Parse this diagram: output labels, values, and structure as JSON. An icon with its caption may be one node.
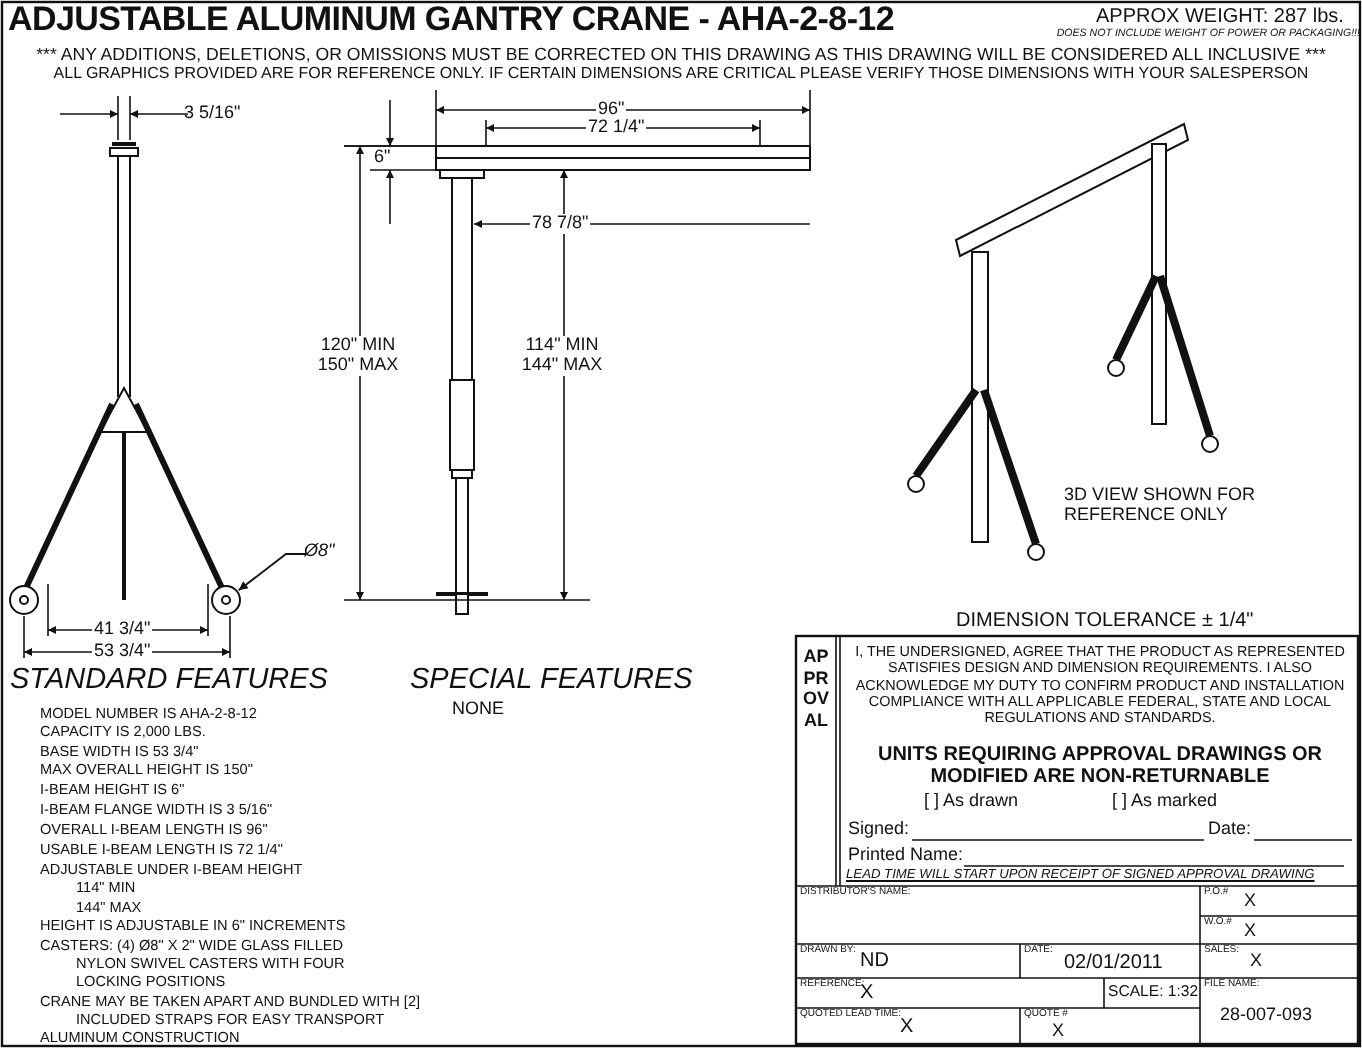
{
  "diagram": {
    "title": "ADJUSTABLE ALUMINUM GANTRY CRANE - AHA-2-8-12",
    "nodes": [
      {
        "text": [
          "Ø8\""
        ]
      },
      {
        "text": [],
        "shape": "circle"
      }
    ],
    "edges": [
      {
        "from": 0,
        "to": 1,
        "arrow": "to"
      }
    ],
    "labels": [
      "APPROX WEIGHT: 287 lbs.",
      "DOES NOT INCLUDE WEIGHT OF POWER OR PACKAGING!!!",
      "*** ANY ADDITIONS, DELETIONS, OR OMISSIONS MUST BE CORRECTED ON THIS DRAWING AS THIS DRAWING WILL BE CONSIDERED ALL INCLUSIVE ***",
      "ALL GRAPHICS PROVIDED ARE FOR REFERENCE ONLY. IF CERTAIN DIMENSIONS ARE CRITICAL PLEASE VERIFY THOSE DIMENSIONS WITH YOUR SALESPERSON",
      "3 5/16\"",
      "96\"",
      "72 1/4\"",
      "6\"",
      "78 7/8\"",
      "120\" MIN 150\" MAX",
      "114\" MIN 144\" MAX",
      "41 3/4\"",
      "53 3/4\"",
      "3D VIEW SHOWN FOR REFERENCE ONLY",
      "STANDARD FEATURES",
      "SPECIAL FEATURES",
      "MODEL NUMBER IS AHA-2-8-12",
      "NONE",
      "CAPACITY IS 2,000 LBS.",
      "BASE WIDTH IS 53 3/4\"",
      "MAX OVERALL HEIGHT IS 150\"",
      "I-BEAM HEIGHT IS 6\"",
      "I-BEAM FLANGE WIDTH IS 3 5/16\"",
      "OVERALL I-BEAM LENGTH IS 96\"",
      "USABLE I-BEAM LENGTH IS 72 1/4\"",
      "ADJUSTABLE UNDER I-BEAM HEIGHT",
      "114\" MIN",
      "144\" MAX",
      "HEIGHT IS ADJUSTABLE IN 6\" INCREMENTS",
      "CASTERS: (4) Ø8\" X 2\" WIDE GLASS FILLED NYLON SWIVEL CASTERS WITH FOUR LOCKING POSITIONS",
      "CRANE MAY BE TAKEN APART AND BUNDLED WITH [2] INCLUDED STRAPS FOR EASY TRANSPORT",
      "ALUMINUM CONSTRUCTION",
      "DIMENSION TOLERANCE ± 1/4\"",
      "APPROVAL",
      "I, THE UNDERSIGNED, AGREE THAT THE PRODUCT AS REPRESENTED SATISFIES DESIGN AND DIMENSION REQUIREMENTS. I ALSO ACKNOWLEDGE MY DUTY TO CONFIRM PRODUCT AND INSTALLATION COMPLIANCE WITH ALL APPLICABLE FEDERAL, STATE AND LOCAL REGULATIONS AND STANDARDS.",
      "UNITS REQUIRING APPROVAL DRAWINGS OR MODIFIED ARE NON-RETURNABLE",
      "[ ] As drawn",
      "[ ] As marked",
      "Signed:",
      "Date:",
      "Printed Name:",
      "LEAD TIME WILL START UPON RECEIPT OF SIGNED APPROVAL DRAWING",
      "DISTRIBUTOR'S NAME:",
      "P.O.#",
      "X",
      "W.O.#",
      "X",
      "DRAWN BY:",
      "ND",
      "DATE:",
      "02/01/2011",
      "SALES:",
      "X",
      "REFERENCE:",
      "X",
      "SCALE: 1:32",
      "FILE NAME:",
      "28-007-093",
      "QUOTED LEAD TIME:",
      "X",
      "QUOTE #",
      "X"
    ]
  }
}
